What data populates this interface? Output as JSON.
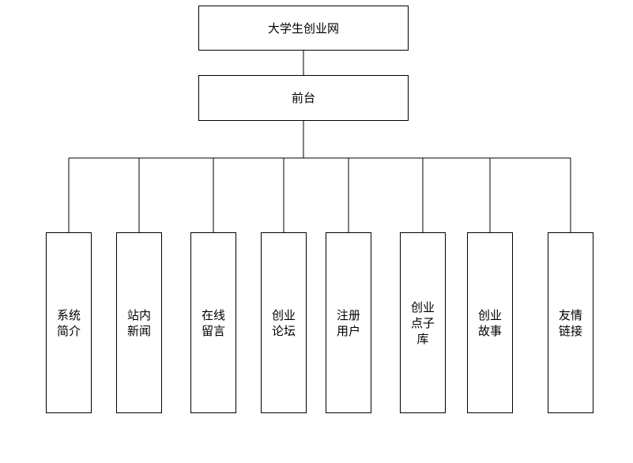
{
  "root": {
    "label": "大学生创业网"
  },
  "frontend": {
    "label": "前台"
  },
  "modules": [
    {
      "lines": [
        "系统",
        "简介"
      ]
    },
    {
      "lines": [
        "站内",
        "新闻"
      ]
    },
    {
      "lines": [
        "在线",
        "留言"
      ]
    },
    {
      "lines": [
        "创业",
        "论坛"
      ]
    },
    {
      "lines": [
        "注册",
        "用户"
      ]
    },
    {
      "lines": [
        "创业",
        "点子",
        "库"
      ]
    },
    {
      "lines": [
        "创业",
        "故事"
      ]
    },
    {
      "lines": [
        "友情",
        "链接"
      ]
    }
  ]
}
